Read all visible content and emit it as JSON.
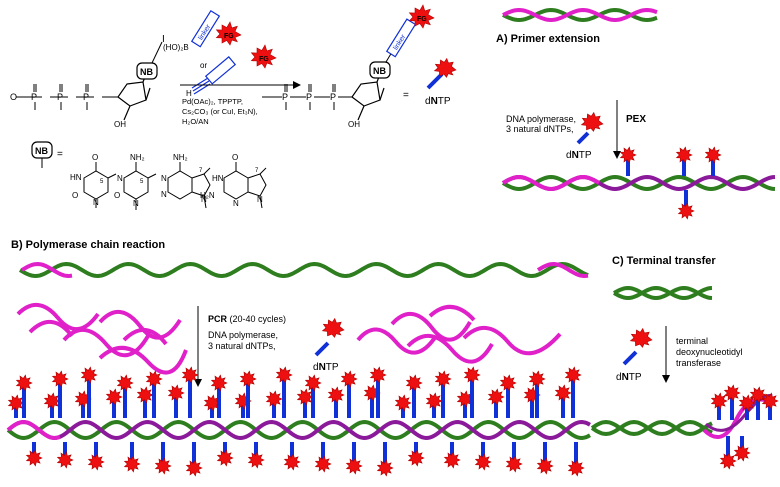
{
  "colors": {
    "strand_green": "#2e7d1f",
    "strand_magenta": "#e020c8",
    "strand_purple": "#8a1a9a",
    "linker_blue": "#1030d8",
    "fg_red": "#ee1010"
  },
  "chemistry": {
    "iodo": "I",
    "nb": "NB",
    "oh": "OH",
    "boronic": "(HO)₂B",
    "linker": "linker",
    "fg": "FG",
    "or": "or",
    "alkyne_h": "H",
    "conditions": [
      "Pd(OAc)₂, TPPTP,",
      "Cs₂CO₃ (or CuI, Et₃N),",
      "H₂O/AN"
    ],
    "equals": "=",
    "dntp_prefix": "d",
    "dntp_n": "N",
    "dntp_suffix": "TP"
  },
  "bases": {
    "equals": "=",
    "pyr_o_top": "O",
    "pyr_nh": "HN",
    "pyr_o_bottom": "O",
    "pyr_n": "N",
    "pyr_pos": "5",
    "cyt_nh2": "NH₂",
    "cyt_n": "N",
    "cyt_o": "O",
    "cyt_n2": "N",
    "cyt_pos": "5",
    "ade_nh2": "NH₂",
    "ade_n1": "N",
    "ade_n3": "N",
    "ade_n9": "N",
    "ade_pos": "7",
    "gua_o": "O",
    "gua_hn": "HN",
    "gua_h2n": "H₂N",
    "gua_n3": "N",
    "gua_n9": "N",
    "gua_pos": "7"
  },
  "panel_a": {
    "title": "A) Primer extension",
    "conditions": [
      "DNA polymerase,",
      "3 natural dNTPs,"
    ],
    "method": "PEX"
  },
  "panel_b": {
    "title": "B) Polymerase chain reaction",
    "method": "PCR",
    "cycles": " (20-40 cycles)",
    "conditions": [
      "DNA polymerase,",
      "3 natural dNTPs,"
    ]
  },
  "panel_c": {
    "title": "C) Terminal transfer",
    "enzyme": [
      "terminal",
      "deoxynucleotidyl",
      "transferase"
    ]
  }
}
